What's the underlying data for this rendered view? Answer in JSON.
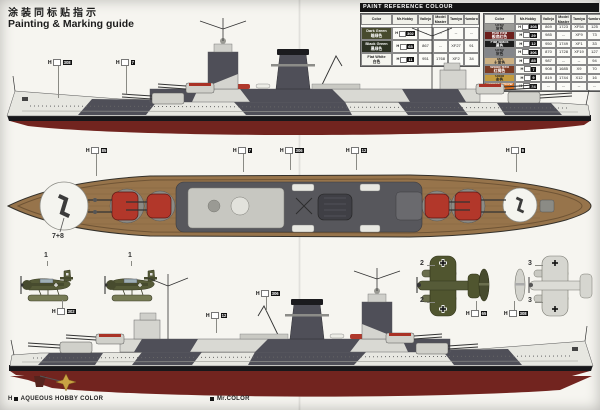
{
  "header": {
    "title_cn": "涂装同标贴指示",
    "title_en": "Painting & Marking guide"
  },
  "paint_table": {
    "title": "PAINT REFERENCE COLOUR",
    "mr_prefix": "H",
    "headers": [
      "Color",
      "Mr.Hobby",
      "Vallejo",
      "Model Master",
      "Tamiya",
      "Humbrol"
    ],
    "left_rows": [
      {
        "name_en": "Dark Green",
        "name_cn": "暗绿色",
        "swatch": "#474a2e",
        "text": "#ffffff",
        "mr": "302",
        "vallejo": "--",
        "model_master": "--",
        "tamiya": "--",
        "humbrol": "--"
      },
      {
        "name_en": "Black Green",
        "name_cn": "黑绿色",
        "swatch": "#2c3123",
        "text": "#ffffff",
        "mr": "65",
        "vallejo": "867",
        "model_master": "--",
        "tamiya": "XF27",
        "humbrol": "91"
      },
      {
        "name_en": "Flat White",
        "name_cn": "白色",
        "swatch": "#f4f4ee",
        "text": "#222222",
        "mr": "11",
        "vallejo": "951",
        "model_master": "1768",
        "tamiya": "XF2",
        "humbrol": "34"
      }
    ],
    "right_rows": [
      {
        "name_en": "Gray",
        "name_cn": "灰色",
        "swatch": "#9a9a96",
        "text": "#222222",
        "mr": "308",
        "vallejo": "869",
        "model_master": "1723",
        "tamiya": "XF54",
        "humbrol": "125"
      },
      {
        "name_en": "Hull Red",
        "name_cn": "舰底红色",
        "swatch": "#6d1f1c",
        "text": "#ffffff",
        "mr": "29",
        "vallejo": "985",
        "model_master": "--",
        "tamiya": "XF9",
        "humbrol": "73"
      },
      {
        "name_en": "Flat Black",
        "name_cn": "黑色",
        "swatch": "#1c1c1c",
        "text": "#ffffff",
        "mr": "12",
        "vallejo": "950",
        "model_master": "1749",
        "tamiya": "XF1",
        "humbrol": "33"
      },
      {
        "name_en": "Gray",
        "name_cn": "灰色",
        "swatch": "#84868a",
        "text": "#222222",
        "mr": "306",
        "vallejo": "870",
        "model_master": "1728",
        "tamiya": "XF19",
        "humbrol": "127"
      },
      {
        "name_en": "Tan",
        "name_cn": "土黄色",
        "swatch": "#cdb183",
        "text": "#222222",
        "mr": "85",
        "vallejo": "987",
        "model_master": "--",
        "tamiya": "--",
        "humbrol": "94"
      },
      {
        "name_en": "Wood Red",
        "name_cn": "红褐色",
        "swatch": "#7d3b24",
        "text": "#ffffff",
        "mr": "7",
        "vallejo": "908",
        "model_master": "1685",
        "tamiya": "X9",
        "humbrol": "70"
      },
      {
        "name_en": "Gold",
        "name_cn": "金色",
        "swatch": "#c49c3f",
        "text": "#222222",
        "mr": "9",
        "vallejo": "819",
        "model_master": "1744",
        "tamiya": "X12",
        "humbrol": "16"
      },
      {
        "name_en": "Orange Yellow",
        "name_cn": "橙黄色",
        "swatch": "#cf6a1f",
        "text": "#ffffff",
        "mr": "24",
        "vallejo": "--",
        "model_master": "--",
        "tamiya": "--",
        "humbrol": "--"
      }
    ]
  },
  "callouts": {
    "side_top": [
      {
        "num": "308"
      },
      {
        "num": "7"
      }
    ],
    "plan": [
      {
        "num": "85"
      },
      {
        "num": "7"
      },
      {
        "num": "306"
      },
      {
        "num": "12"
      },
      {
        "num": "9"
      }
    ],
    "aircraft_side": {
      "num": "302"
    },
    "aircraft_top": {
      "num": "65"
    },
    "aircraft_bottom": {
      "num": "308"
    },
    "side_bottom": [
      {
        "num": "12"
      },
      {
        "num": "306"
      }
    ]
  },
  "part_labels": {
    "seaplane": "1",
    "topview": "2",
    "bottomview": "3",
    "plan_bow": "7+8"
  },
  "footer": {
    "aqueous_prefix": "H",
    "aqueous": "AQUEOUS HOBBY COLOR",
    "mr_color": "Mr.COLOR"
  },
  "colors": {
    "hull_light_gray": "#e7e7e1",
    "camo_dark_gray": "#4f4f58",
    "hull_red": "#72241f",
    "waterline_black": "#17171a",
    "deck_wood_brown": "#97744b",
    "turret_cover_red": "#b2372a",
    "aircraft_olive": "#565b38",
    "aircraft_underside_gray": "#d6d6d0",
    "propeller_gold": "#c9a344"
  }
}
